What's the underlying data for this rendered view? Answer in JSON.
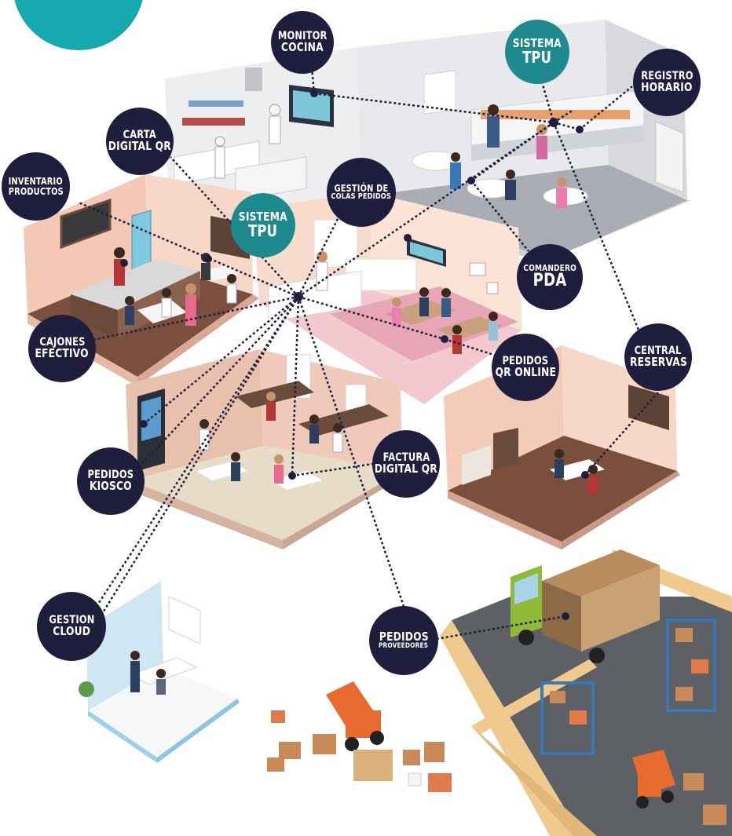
{
  "nodes": {
    "monitor_cocina": {
      "line1": "MONITOR",
      "line2": "COCINA"
    },
    "sistema_tpu_top": {
      "line1": "SISTEMA",
      "line2": "TPU"
    },
    "registro_horario": {
      "line1": "REGISTRO",
      "line2": "HORARIO"
    },
    "carta_digital_qr": {
      "line1": "CARTA",
      "line2": "DIGITAL QR"
    },
    "inventario_productos": {
      "line1": "INVENTARIO",
      "line2": "PRODUCTOS"
    },
    "gestion_colas_pedidos": {
      "line1": "GESTIÓN DE",
      "line2": "COLAS PEDIDOS"
    },
    "sistema_tpu_center": {
      "line1": "SISTEMA",
      "line2": "TPU"
    },
    "comandero_pda": {
      "line1": "COMANDERO",
      "line2": "PDA"
    },
    "cajones_efectivo": {
      "line1": "CAJONES",
      "line2": "EFECTIVO"
    },
    "pedidos_qr_online": {
      "line1": "PEDIDOS",
      "line2": "QR ONLINE"
    },
    "central_reservas": {
      "line1": "CENTRAL",
      "line2": "RESERVAS"
    },
    "pedidos_kiosco": {
      "line1": "PEDIDOS",
      "line2": "KIOSCO"
    },
    "factura_digital_qr": {
      "line1": "FACTURA",
      "line2": "DIGITAL QR"
    },
    "gestion_cloud": {
      "line1": "GESTION",
      "line2": "CLOUD"
    },
    "pedidos_proveedores": {
      "line1": "PEDIDOS",
      "line2": "PROVEEDORES"
    }
  },
  "colors": {
    "node_dark": "#1f1f3d",
    "node_teal": "#1f8a8e",
    "corner_teal": "#16aab0",
    "connector": "#1f1f3d"
  }
}
